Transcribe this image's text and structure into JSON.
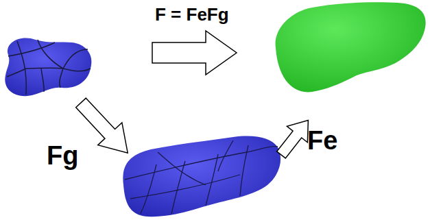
{
  "diagram": {
    "labels": [
      "F = FeFg",
      "Fg",
      "Fe"
    ]
  }
}
